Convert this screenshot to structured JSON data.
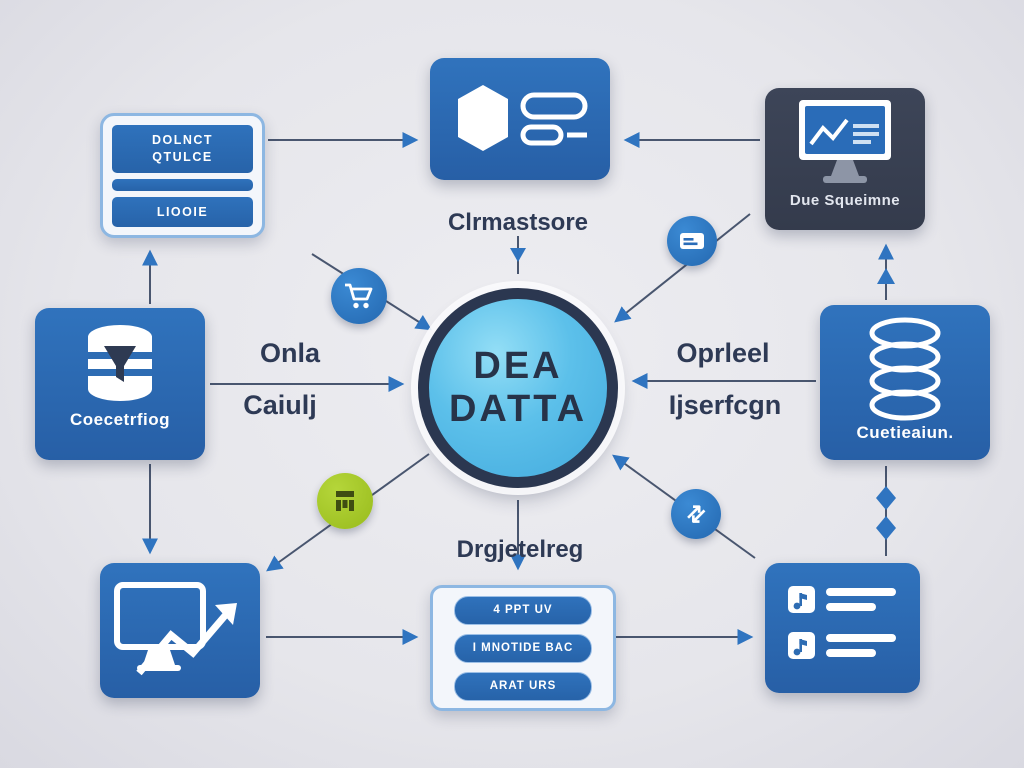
{
  "title": "Data concept diagram",
  "colors": {
    "background": "#e8e8ec",
    "node_blue": "#2d6cb3",
    "node_dark": "#3a4254",
    "circle_fill": "#5cc0ea",
    "circle_ring": "#2b3750",
    "text_navy": "#2e3a55",
    "badge_green": "#a6c92a",
    "arrow_blue": "#2f74c0"
  },
  "center": {
    "line1": "DEA",
    "line2": "DATTA"
  },
  "nodes": {
    "top_left_card": {
      "row1a": "DOLNCT",
      "row1b": "QTULCE",
      "row3": "LIOOIE"
    },
    "top_center": {
      "label": "Clrmastsore"
    },
    "top_right": {
      "label": "Due Squeimne"
    },
    "left": {
      "label": "Coecetrfiog"
    },
    "right": {
      "label": "Cuetieaiun."
    },
    "bottom_center": {
      "label": "Drgjetelreg",
      "buttons": [
        "4 PPT UV",
        "I MNOTIDE BAC",
        "ARAT URS"
      ]
    }
  },
  "edge_labels": {
    "left_arrow": {
      "line1": "Onla",
      "line2": "Caiulj"
    },
    "right_arrow": {
      "line1": "Oprleel",
      "line2": "Ijserfcgn"
    }
  },
  "icons": {
    "top_center": "hexagon-with-pills-icon",
    "top_right": "monitor-chart-icon",
    "left": "database-funnel-icon",
    "right": "coin-stack-icon",
    "bottom_left": "monitor-trend-icon",
    "bottom_right": "document-list-icon",
    "badge_cart": "shopping-cart-icon",
    "badge_card": "card-icon",
    "badge_green": "blocks-icon",
    "badge_swap": "swap-arrows-icon"
  },
  "swap_glyph": "⇄"
}
